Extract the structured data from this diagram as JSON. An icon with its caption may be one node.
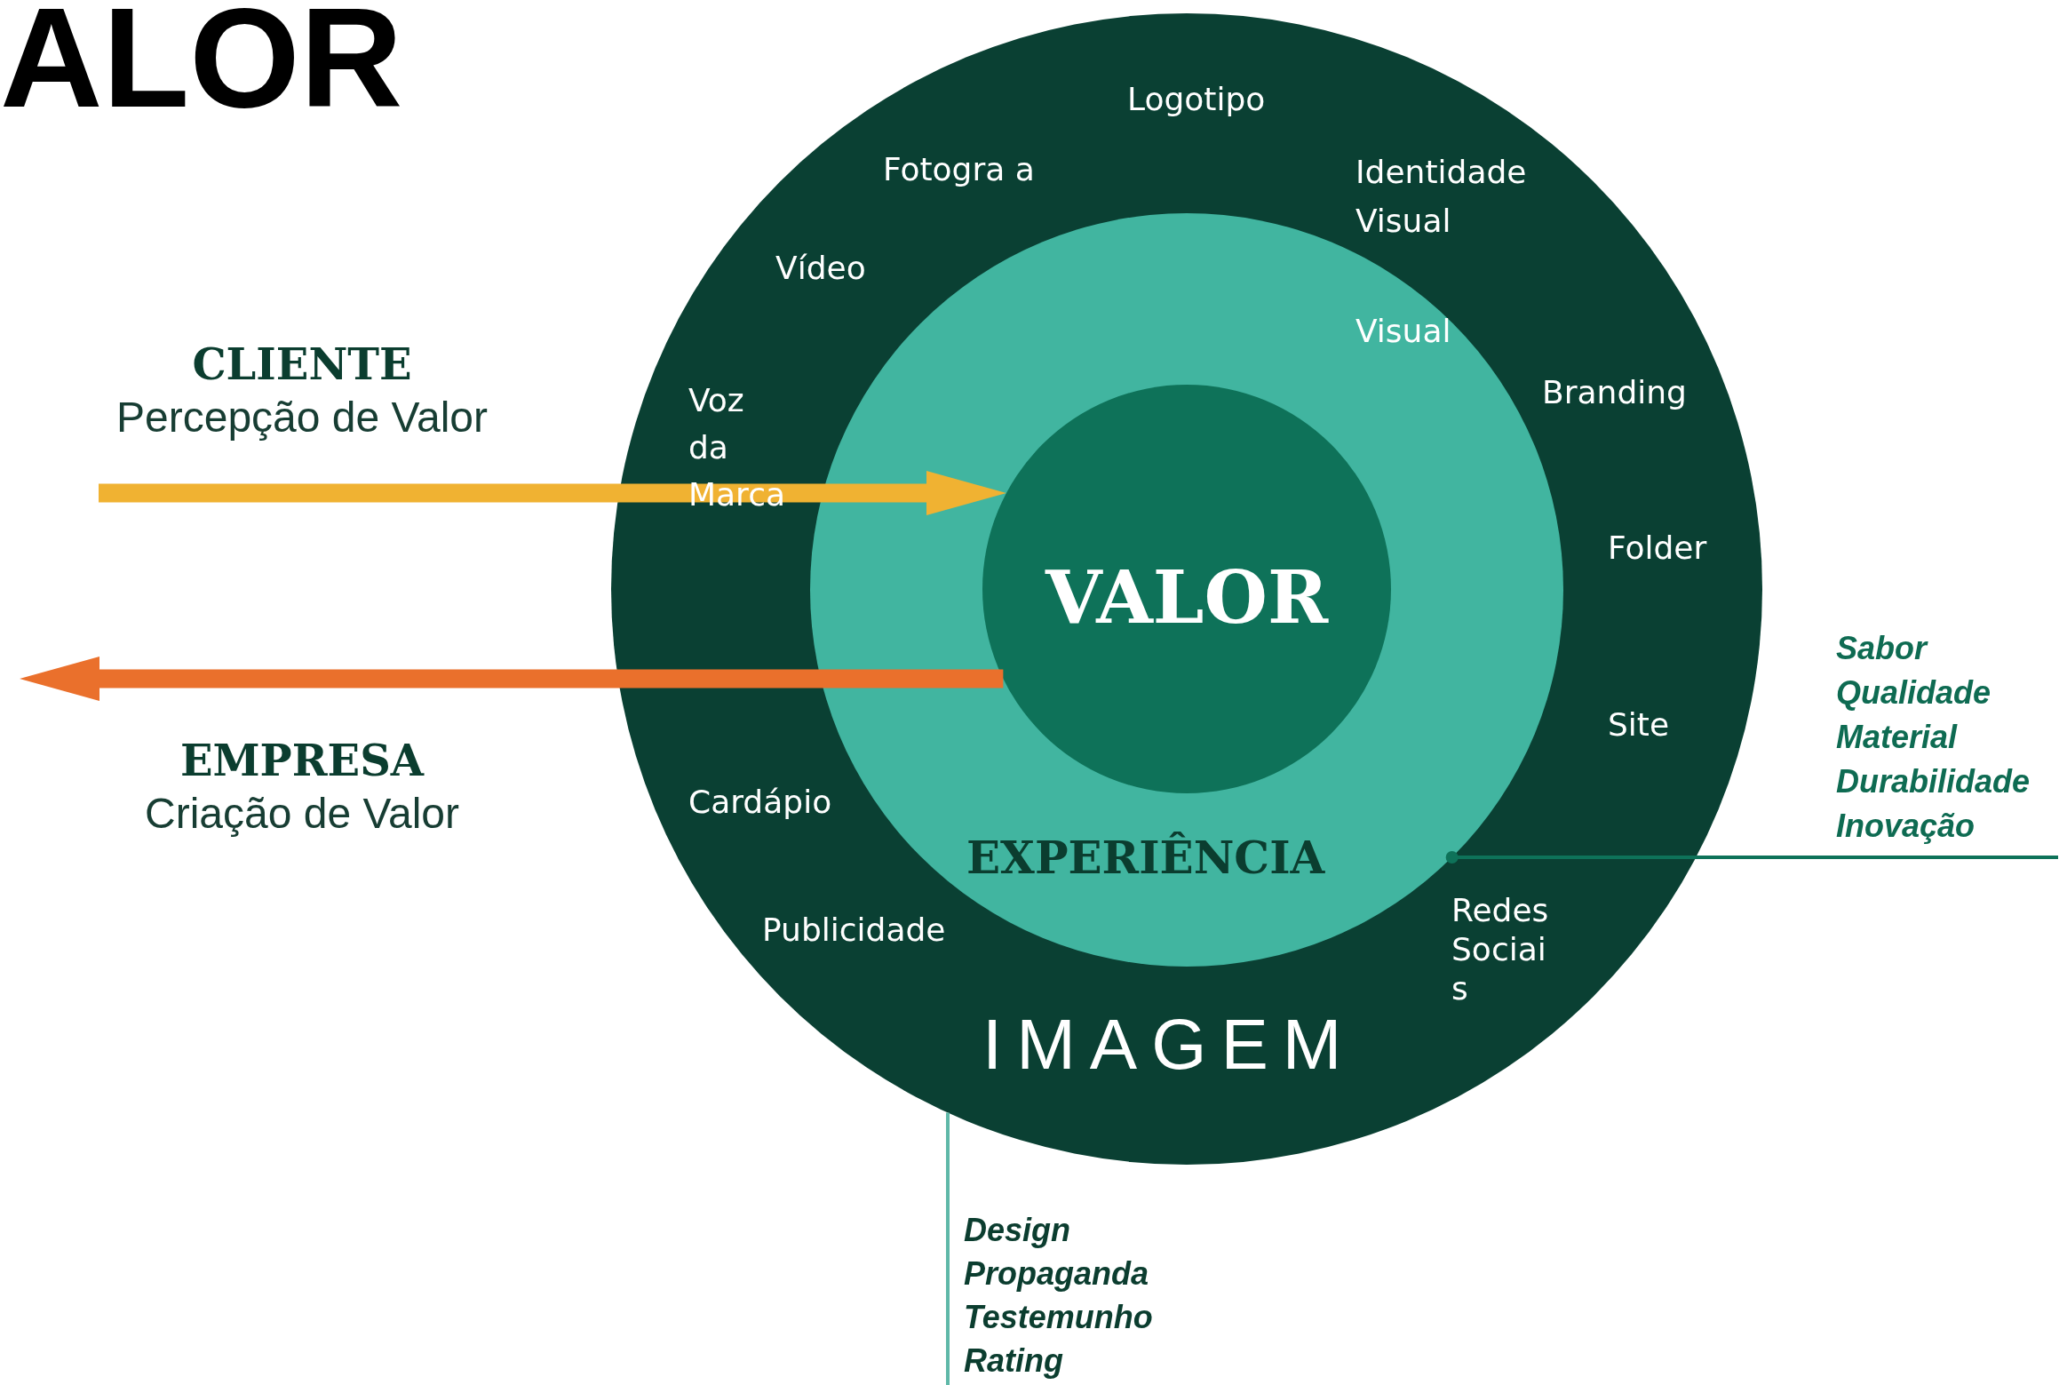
{
  "diagram": {
    "title": "ALOR",
    "nodes": [
      {
        "text": [
          "IMAGEM"
        ]
      },
      {
        "text": [
          "Visual",
          "EXPERIÊNCIA"
        ],
        "in": 0
      },
      {
        "text": [
          "VALOR"
        ],
        "in": 1
      },
      {
        "text": [
          "CLIENTE",
          "Percepção de Valor"
        ]
      },
      {
        "text": [
          "EMPRESA",
          "Criação de Valor"
        ]
      },
      {
        "text": [
          "Sabor Qualidade Material Durabilidade Inovação"
        ]
      },
      {
        "text": [
          "Design Propaganda Testemunho Rating"
        ]
      }
    ],
    "edges": [
      {
        "from": null,
        "to": 2,
        "arrow": "to",
        "style": "thick",
        "color": "#f0b232"
      },
      {
        "from": 2,
        "to": 4,
        "arrow": "to",
        "style": "thick",
        "color": "#ea702c"
      },
      {
        "from": 1,
        "to": 5,
        "arrow": "other",
        "color": "#0e7259"
      },
      {
        "from": 0,
        "to": 6,
        "arrow": "none",
        "color": "#5fb8a8"
      }
    ],
    "labels": [
      "Logotipo",
      "Fotogra a",
      "Identidade Visual",
      "Vídeo",
      "Branding",
      "Voz da Marca",
      "Folder",
      "Site",
      "Cardápio",
      "Redes Sociai s",
      "Publicidade"
    ]
  }
}
